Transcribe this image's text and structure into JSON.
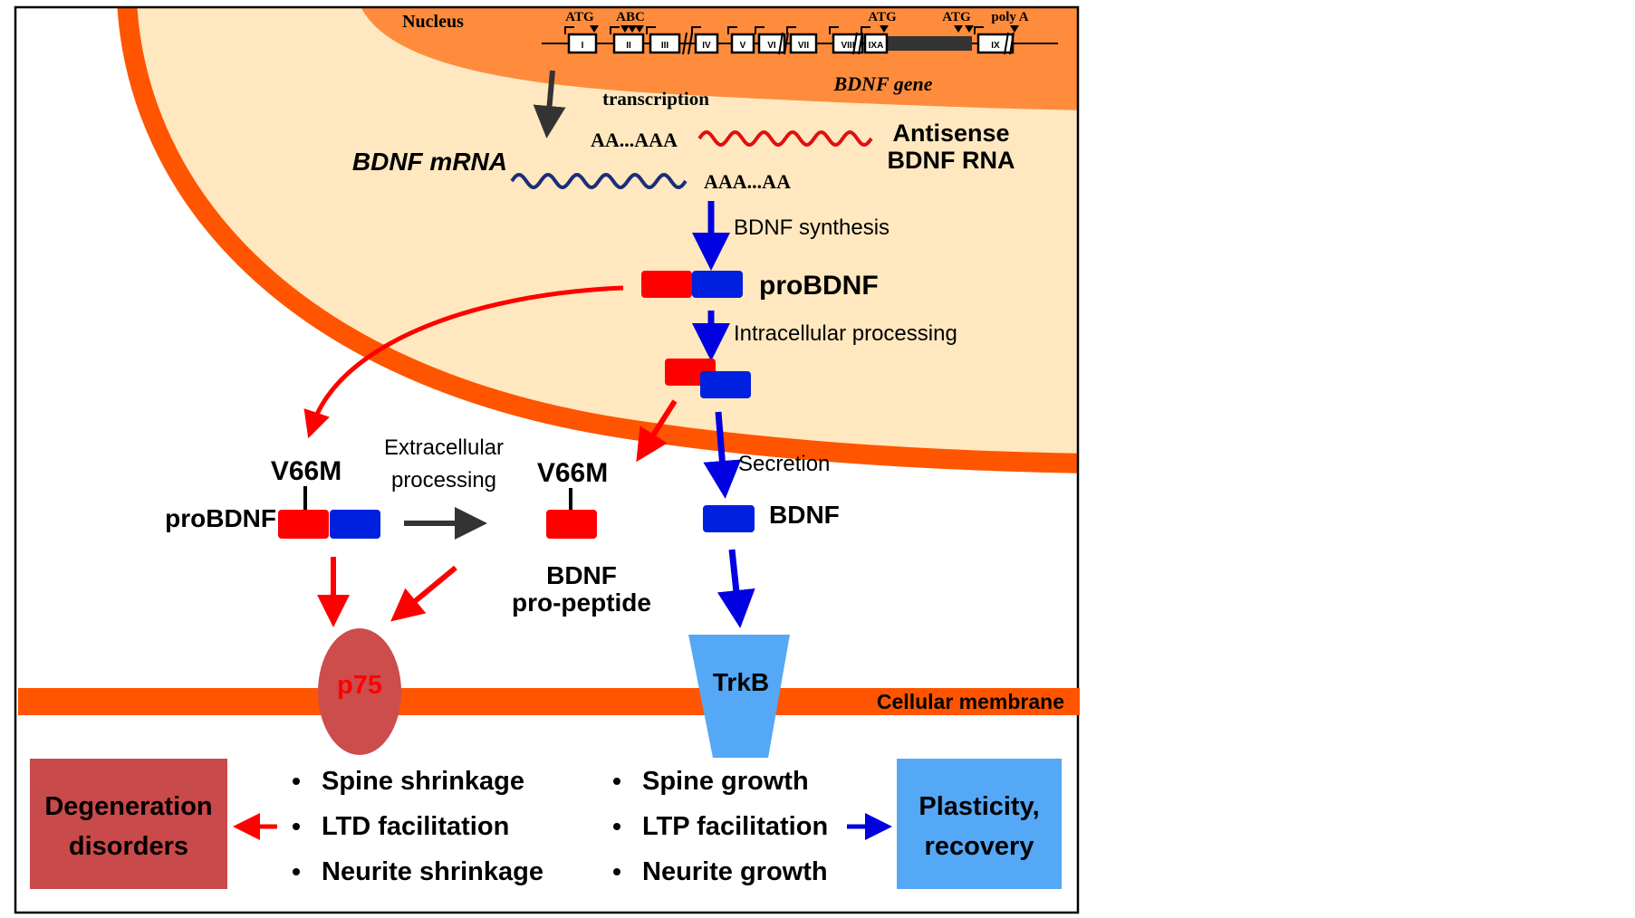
{
  "colors": {
    "cytoplasm": "#FFE8BF",
    "cell_membrane": "#FF5500",
    "nucleus": "#FF8C3D",
    "pro_domain": "#FF0000",
    "mature_domain": "#0020E0",
    "p75": "#CD4D4D",
    "trkb": "#55A8F5",
    "degeneration_box": "#C94A4A",
    "plasticity_box": "#55A8F5",
    "sense_rna": "#1A2E7A",
    "antisense_rna": "#E01010"
  },
  "nucleus": {
    "label": "Nucleus",
    "gene_label": "BDNF gene",
    "exons": [
      "I",
      "II",
      "III",
      "IV",
      "V",
      "VI",
      "VII",
      "VIII",
      "IXA",
      "IX"
    ],
    "markers": [
      "ATG",
      "ABC",
      "ATG",
      "ATG",
      "poly A"
    ]
  },
  "transcription": {
    "label": "transcription"
  },
  "rna": {
    "mrna_label": "BDNF mRNA",
    "mrna_tail": "AAA...AA",
    "antisense_head": "AA...AAA",
    "antisense_label_1": "Antisense",
    "antisense_label_2": "BDNF RNA"
  },
  "synthesis": {
    "label": "BDNF synthesis",
    "product": "proBDNF"
  },
  "intracellular": {
    "label": "Intracellular processing"
  },
  "secretion": {
    "label": "Secretion",
    "product": "BDNF"
  },
  "extracellular": {
    "mutation_left": "V66M",
    "pro_label": "proBDNF",
    "process_label_1": "Extracellular",
    "process_label_2": "processing",
    "mutation_right": "V66M",
    "propeptide_1": "BDNF",
    "propeptide_2": "pro-peptide"
  },
  "receptors": {
    "p75": "p75",
    "trkb": "TrkB",
    "membrane_label": "Cellular membrane"
  },
  "outcomes": {
    "p75_effects": [
      "Spine shrinkage",
      "LTD facilitation",
      "Neurite shrinkage"
    ],
    "trkb_effects": [
      "Spine growth",
      "LTP facilitation",
      "Neurite growth"
    ],
    "degeneration_1": "Degeneration",
    "degeneration_2": "disorders",
    "plasticity_1": "Plasticity,",
    "plasticity_2": "recovery"
  }
}
